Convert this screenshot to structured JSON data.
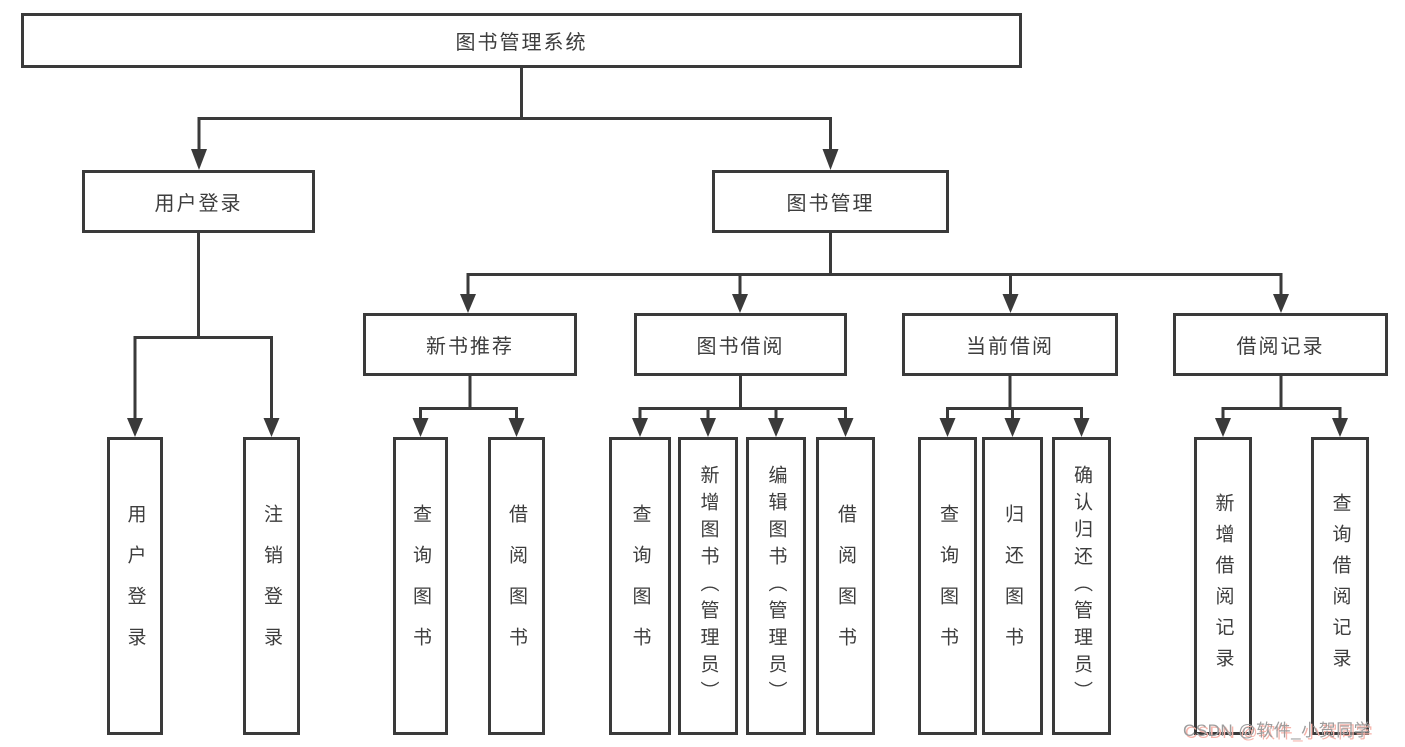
{
  "tree": {
    "root": "图书管理系统",
    "children": [
      {
        "label": "用户登录",
        "children": [
          "用户登录",
          "注销登录"
        ]
      },
      {
        "label": "图书管理",
        "children": [
          {
            "label": "新书推荐",
            "children": [
              "查询图书",
              "借阅图书"
            ]
          },
          {
            "label": "图书借阅",
            "children": [
              "查询图书",
              "新增图书（管理员）",
              "编辑图书（管理员）",
              "借阅图书"
            ]
          },
          {
            "label": "当前借阅",
            "children": [
              "查询图书",
              "归还图书",
              "确认归还（管理员）"
            ]
          },
          {
            "label": "借阅记录",
            "children": [
              "新增借阅记录",
              "查询借阅记录"
            ]
          }
        ]
      }
    ]
  },
  "watermark": {
    "text": "CSDN @软件_小贺同学"
  },
  "colors": {
    "background": "#ffffff",
    "line": "#3a3a3a",
    "box_border": "#3a3a3a",
    "text": "#3d3d3d",
    "watermark_text": "#9d9d9d",
    "watermark_shadow": "#f6b4ab"
  }
}
